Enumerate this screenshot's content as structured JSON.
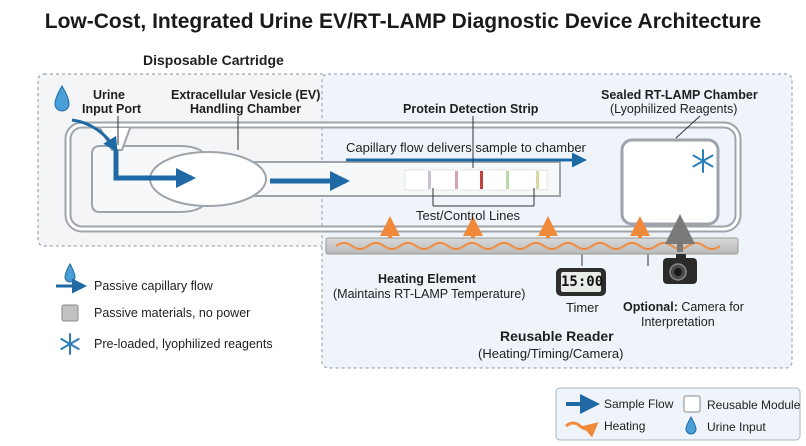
{
  "title": "Low-Cost, Integrated Urine EV/RT-LAMP Diagnostic Device Architecture",
  "cartridge": {
    "title": "Disposable Cartridge",
    "urine_port": [
      "Urine",
      "Input Port"
    ],
    "ev_chamber": [
      "Extracellular Vesicle (EV)",
      "Handling Chamber"
    ]
  },
  "strip": {
    "title": "Protein Detection Strip",
    "flow_text": "Capillary flow delivers sample to chamber",
    "lines_label": "Test/Control Lines"
  },
  "lamp_chamber": {
    "title": "Sealed RT-LAMP Chamber",
    "subtitle": "(Lyophilized Reagents)"
  },
  "heating": {
    "title": "Heating Element",
    "subtitle": "(Maintains RT-LAMP Temperature)"
  },
  "timer": {
    "display": "15:00",
    "label": "Timer"
  },
  "camera": {
    "bold": "Optional:",
    "text": " Camera for",
    "line2": "Interpretation"
  },
  "reader": {
    "title": "Reusable Reader",
    "subtitle": "(Heating/Timing/Camera)"
  },
  "left_legend": [
    {
      "icon": "droplet-icon",
      "text": "Passive capillary flow"
    },
    {
      "icon": "gray-square-icon",
      "text": "Passive materials, no power"
    },
    {
      "icon": "snowflake-icon",
      "text": "Pre-loaded, lyophilized reagents"
    }
  ],
  "key_legend": {
    "sample_flow": "Sample Flow",
    "heating": "Heating",
    "reusable_module": "Reusable Module",
    "urine_input": "Urine Input"
  },
  "colors": {
    "flow_blue": "#1f6aa5",
    "heat_orange": "#f0893a",
    "reader_bg": "#eef4fa",
    "cartridge_bg": "#f4f5f7"
  }
}
